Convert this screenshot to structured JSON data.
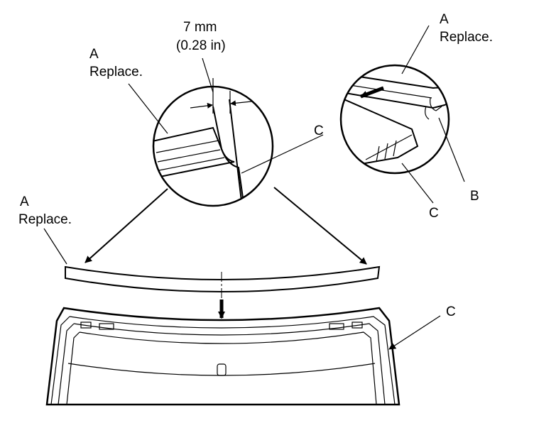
{
  "labels": {
    "dimension_value": "7 mm",
    "dimension_inch": "(0.28 in)",
    "part_a": "A",
    "replace_text": "Replace.",
    "part_b": "B",
    "part_c": "C"
  }
}
